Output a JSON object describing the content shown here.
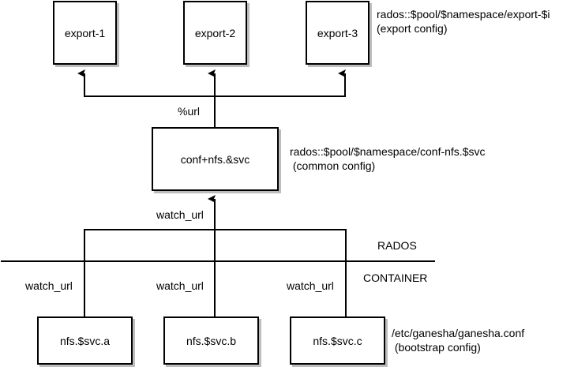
{
  "export_boxes": [
    "export-1",
    "export-2",
    "export-3"
  ],
  "export_annotation": {
    "line1": "rados::$pool/$namespace/export-$i",
    "line2": "(export config)"
  },
  "url_label": "%url",
  "conf_box": "conf+nfs.&svc",
  "conf_annotation": {
    "line1": "rados::$pool/$namespace/conf-nfs.$svc",
    "line2": " (common config)"
  },
  "watch_url_top": "watch_url",
  "layers": {
    "upper": "RADOS",
    "lower": "CONTAINER"
  },
  "watch_url_labels": [
    "watch_url",
    "watch_url",
    "watch_url"
  ],
  "svc_boxes": [
    "nfs.$svc.a",
    "nfs.$svc.b",
    "nfs.$svc.c"
  ],
  "svc_annotation": {
    "line1": "/etc/ganesha/ganesha.conf",
    "line2": " (bootstrap config)"
  }
}
